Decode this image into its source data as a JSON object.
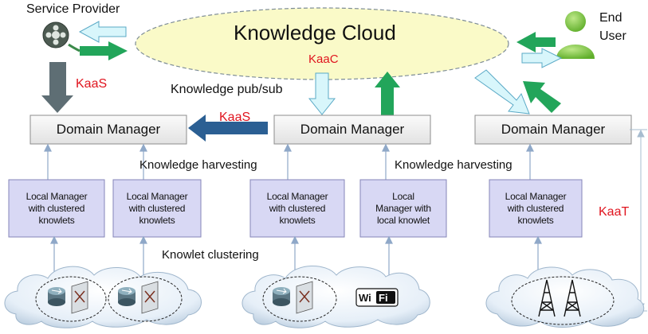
{
  "cloud": {
    "title": "Knowledge Cloud",
    "sublabel": "KaaC"
  },
  "service_provider": {
    "label": "Service Provider"
  },
  "end_user": {
    "label_line1": "End",
    "label_line2": "User"
  },
  "labels": {
    "kaas_left": "KaaS",
    "kaas_mid": "KaaS",
    "pubsub": "Knowledge pub/sub",
    "harvest_left": "Knowledge harvesting",
    "harvest_right": "Knowledge harvesting",
    "clustering": "Knowlet clustering",
    "kaat": "KaaT"
  },
  "domain_managers": [
    {
      "label": "Domain Manager"
    },
    {
      "label": "Domain Manager"
    },
    {
      "label": "Domain Manager"
    }
  ],
  "local_managers": [
    {
      "line1": "Local Manager",
      "line2": "with clustered",
      "line3": "knowlets"
    },
    {
      "line1": "Local Manager",
      "line2": "with clustered",
      "line3": "knowlets"
    },
    {
      "line1": "Local Manager",
      "line2": "with clustered",
      "line3": "knowlets"
    },
    {
      "line1": "Local",
      "line2": "Manager with",
      "line3": "local knowlet"
    },
    {
      "line1": "Local Manager",
      "line2": "with clustered",
      "line3": "knowlets"
    }
  ],
  "wifi_badge": {
    "word1": "Wi",
    "word2": "Fi"
  },
  "colors": {
    "cloud_fill": "#fafac8",
    "box_fill": "#d8d8f4",
    "dm_fill": "#f0f0f0",
    "arrow_green": "#22a55a",
    "arrow_light": "#d8f6fb",
    "arrow_blue": "#2b5f93",
    "arrow_gray": "#5e6e74",
    "kaas_red": "#e0141e"
  }
}
